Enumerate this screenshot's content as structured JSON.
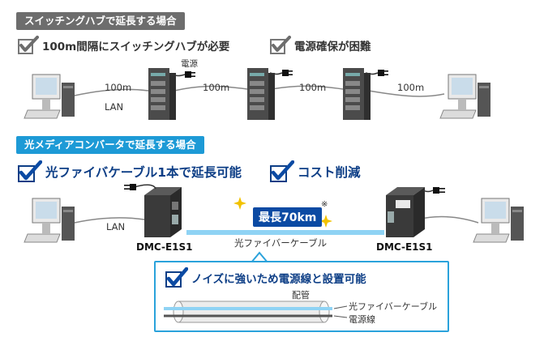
{
  "top": {
    "banner": "スイッチングハブで延長する場合",
    "features": [
      "100m間隔にスイッチングハブが必要",
      "電源確保が困難"
    ],
    "power_label": "電源",
    "segment_labels": [
      "100m",
      "100m",
      "100m",
      "100m"
    ],
    "lan_label": "LAN"
  },
  "bottom": {
    "banner": "光メディアコンバータで延長する場合",
    "features": [
      "光ファイバケーブル1本で延長可能",
      "コスト削減"
    ],
    "lan_label": "LAN",
    "device_left": "DMC-E1S1",
    "device_right": "DMC-E1S1",
    "distance_badge": "最長70km",
    "note_mark": "※",
    "fiber_label": "光ファイバーケーブル"
  },
  "callout": {
    "feature": "ノイズに強いため電源線と設置可能",
    "conduit_label": "配管",
    "fiber_label": "光ファイバーケーブル",
    "power_line_label": "電源線"
  },
  "colors": {
    "gray_banner": "#6d6d6d",
    "blue_banner": "#1d9ad6",
    "feature_blue": "#0d3e86",
    "badge": "#0b4aa3",
    "fiber": "#8fd3f4",
    "sparkle": "#f2c200"
  },
  "icons": [
    "check-icon",
    "pc-icon",
    "switching-hub-icon",
    "power-plug-icon",
    "media-converter-icon",
    "sparkle-icon"
  ]
}
